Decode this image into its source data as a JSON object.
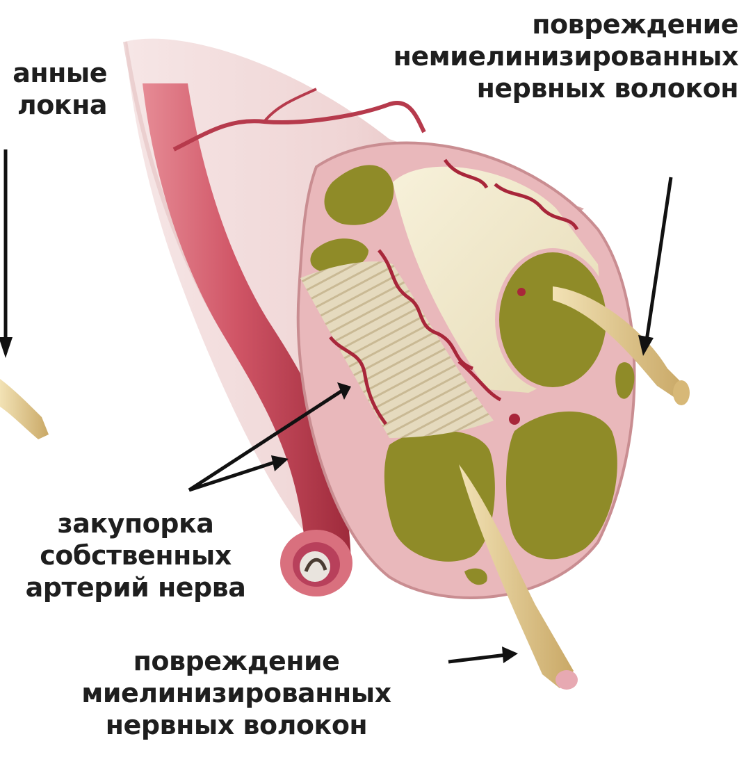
{
  "labels": {
    "myelinated_partial": {
      "line1": "анные",
      "line2": "локна"
    },
    "unmyelinated_damage": {
      "line1": "повреждение",
      "line2": "немиелинизированных",
      "line3": "нервных волокон"
    },
    "artery_occlusion": {
      "line1": "закупорка",
      "line2": "собственных",
      "line3": "артерий нерва"
    },
    "myelinated_damage": {
      "line1": "повреждение",
      "line2": "миелинизированных",
      "line3": "нервных волокон"
    }
  },
  "colors": {
    "sheath_outer": "#efd6d6",
    "sheath_shadow": "#d9a9a9",
    "perineurium": "#e8b7b9",
    "fascicle": "#8f8b28",
    "fascicle_dark": "#6f6a16",
    "fibers_light": "#f3eccf",
    "fibers_striped": "#d8ccb0",
    "artery": "#c8485a",
    "artery_light": "#e58c96",
    "vessel_red": "#a8263a",
    "arrow": "#111111"
  }
}
